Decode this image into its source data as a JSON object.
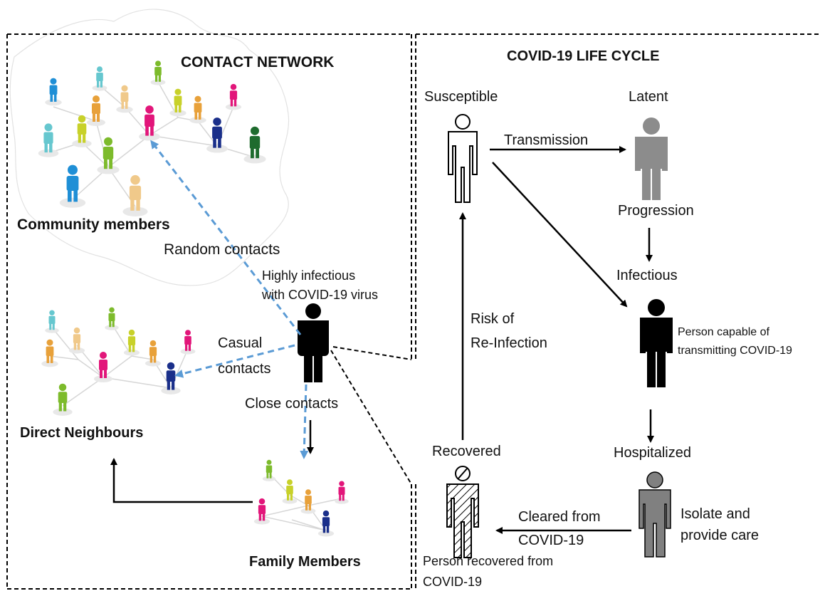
{
  "contact_network": {
    "title": "CONTACT NETWORK",
    "community_label": "Community members",
    "neighbours_label": "Direct Neighbours",
    "family_label": "Family Members",
    "random_contacts": "Random contacts",
    "infectious_note_line1": "Highly infectious",
    "infectious_note_line2": "with COVID-19 virus",
    "casual_line1": "Casual",
    "casual_line2": "contacts",
    "close_contacts": "Close contacts"
  },
  "life_cycle": {
    "title": "COVID-19 LIFE CYCLE",
    "susceptible": "Susceptible",
    "latent": "Latent",
    "transmission": "Transmission",
    "progression": "Progression",
    "infectious": "Infectious",
    "infectious_note_line1": "Person capable of",
    "infectious_note_line2": "transmitting COVID-19",
    "hospitalized": "Hospitalized",
    "isolate_line1": "Isolate and",
    "isolate_line2": "provide care",
    "cleared_line1": "Cleared from",
    "cleared_line2": "COVID-19",
    "recovered": "Recovered",
    "recovered_note_line1": "Person recovered from",
    "recovered_note_line2": "COVID-19",
    "risk_line1": "Risk of",
    "risk_line2": "Re-Infection"
  },
  "colors": {
    "dashed_arrow": "#5b9bd5",
    "latent_person": "#8c8c8c",
    "infectious_person": "#000000",
    "people_palette": [
      "#1f8fd6",
      "#e8a13a",
      "#e2167a",
      "#7dbb2c",
      "#1a2f8a",
      "#1e6b2e",
      "#66c7cf",
      "#f0c98a",
      "#c8d12a"
    ]
  }
}
